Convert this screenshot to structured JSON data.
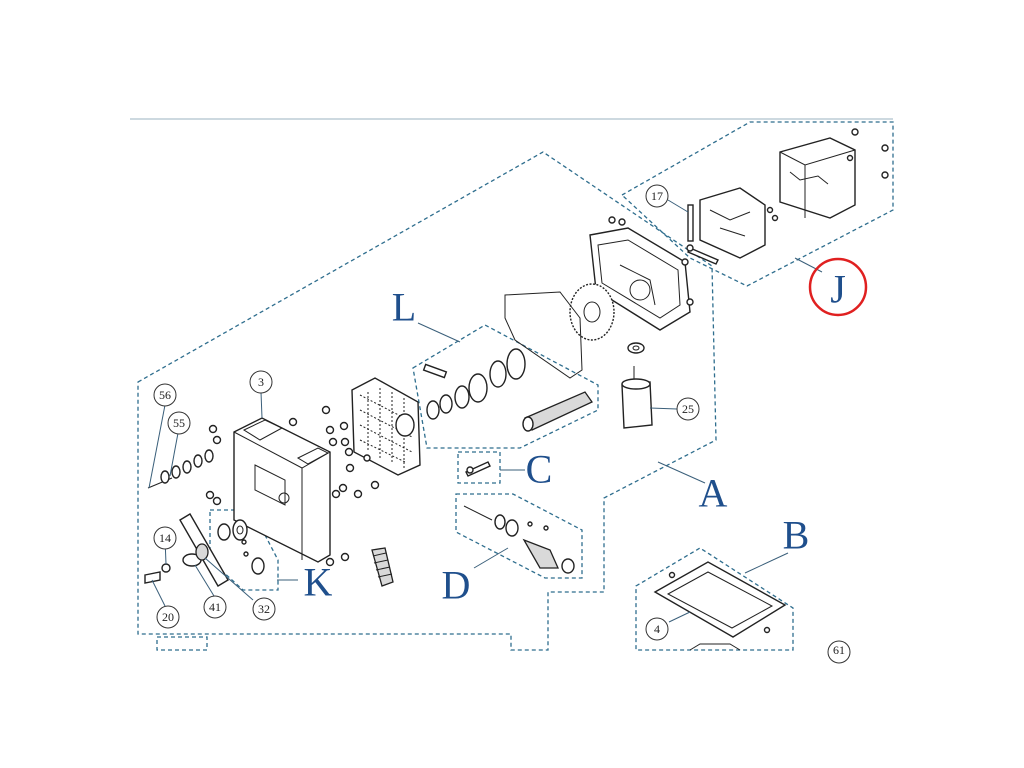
{
  "group_labels": {
    "A": "A",
    "B": "B",
    "C": "C",
    "D": "D",
    "J": "J",
    "K": "K",
    "L": "L"
  },
  "part_numbers": {
    "p3": "3",
    "p4": "4",
    "p14": "14",
    "p17": "17",
    "p20": "20",
    "p25": "25",
    "p32": "32",
    "p41": "41",
    "p55": "55",
    "p56": "56",
    "p61": "61"
  },
  "highlight": {
    "label": "J",
    "color": "#e02020"
  },
  "colors": {
    "label_blue": "#1f4f8c",
    "dashed_outline": "#2f6e8e"
  }
}
